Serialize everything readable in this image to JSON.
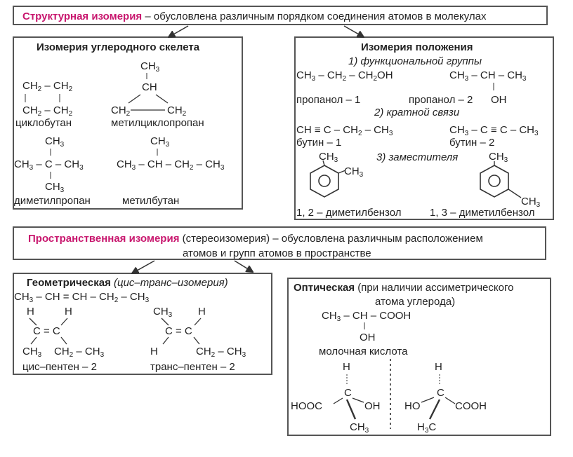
{
  "structural": {
    "title": "Структурная изомерия",
    "desc": " – обусловлена различным порядком соединения атомов в молекулах",
    "skeleton": {
      "title": "Изомерия углеродного скелета",
      "cyclobutan": {
        "r1a": "CH",
        "r1s": "2",
        "r1m": " – CH",
        "r1s2": "2",
        "r2a": "CH",
        "r2s": "2",
        "r2m": " – CH",
        "r2s2": "2",
        "name": "циклобутан"
      },
      "methylcyclopropane": {
        "top": "CH",
        "top_sub": "3",
        "mid": "CH",
        "l": "CH",
        "l_sub": "2",
        "r": "CH",
        "r_sub": "2",
        "name": "метилциклопропан"
      },
      "dimethylpropane": {
        "top": "CH",
        "top_sub": "3",
        "main_a": "CH",
        "main_a_sub": "3",
        "main_b": " – C – CH",
        "main_b_sub": "3",
        "bottom": "CH",
        "bottom_sub": "3",
        "name": "диметилпропан"
      },
      "methylbutane": {
        "top": "CH",
        "top_sub": "3",
        "a": "CH",
        "a_sub": "3",
        "b": " – CH – CH",
        "b_sub": "2",
        "c": " – CH",
        "c_sub": "3",
        "name": "метилбутан"
      }
    },
    "position": {
      "title": "Изомерия положения",
      "sub1": "1) функциональной группы",
      "propanol1": {
        "a": "CH",
        "a_sub": "3",
        "b": " – CH",
        "b_sub": "2",
        "c": " – CH",
        "c_sub": "2",
        "d": "OH",
        "name": "пропанол – 1"
      },
      "propanol2": {
        "a": "CH",
        "a_sub": "3",
        "b": " – CH – CH",
        "b_sub": "3",
        "name": "пропанол – 2",
        "oh": "OH"
      },
      "sub2": "2) кратной связи",
      "butyne1": {
        "a": "CH ≡ C – CH",
        "a_sub": "2",
        "b": " – CH",
        "b_sub": "3",
        "name": "бутин – 1"
      },
      "butyne2": {
        "a": "CH",
        "a_sub": "3",
        "b": " – C ≡ C – CH",
        "b_sub": "3",
        "name": "бутин – 2"
      },
      "sub3": "3) заместителя",
      "xylene12": {
        "m1": "CH",
        "m1_sub": "3",
        "m2": "CH",
        "m2_sub": "3",
        "name": "1, 2 – диметилбензол"
      },
      "xylene13": {
        "m1": "CH",
        "m1_sub": "3",
        "m2": "CH",
        "m2_sub": "3",
        "name": "1, 3 – диметилбензол"
      }
    }
  },
  "spatial": {
    "title": "Пространственная изомерия",
    "desc1": " (стереоизомерия) – обусловлена различным расположением",
    "desc2": "атомов и групп атомов в пространстве",
    "geometric": {
      "title": "Геометрическая",
      "subtitle": " (цис–транс–изомерия)",
      "formula": {
        "a": "CH",
        "a_sub": "3",
        "b": " – CH = CH – CH",
        "b_sub": "2",
        "c": " – CH",
        "c_sub": "3"
      },
      "cis": {
        "h1": "H",
        "h2": "H",
        "cc": "C = C",
        "l": "CH",
        "l_sub": "3",
        "r": "CH",
        "r_sub": "2",
        "r2": " – CH",
        "r2_sub": "3",
        "name": "цис–пентен – 2"
      },
      "trans": {
        "t1": "CH",
        "t1_sub": "3",
        "h2": "H",
        "cc": "C = C",
        "l": "H",
        "r": "CH",
        "r_sub": "2",
        "r2": " – CH",
        "r2_sub": "3",
        "name": "транс–пентен – 2"
      }
    },
    "optical": {
      "title": "Оптическая",
      "desc1": " (при наличии ассиметрического",
      "desc2": "атома углерода)",
      "formula": {
        "a": "CH",
        "a_sub": "3",
        "b": " – CH – COOH",
        "oh": "OH"
      },
      "name": "молочная кислота",
      "left": {
        "h": "H",
        "c": "C",
        "l": "HOOC",
        "r": "OH",
        "b": "CH",
        "b_sub": "3"
      },
      "right": {
        "h": "H",
        "c": "C",
        "l": "HO",
        "r": "COOH",
        "b_a": "H",
        "b_sub": "3",
        "b_b": "C"
      }
    }
  }
}
